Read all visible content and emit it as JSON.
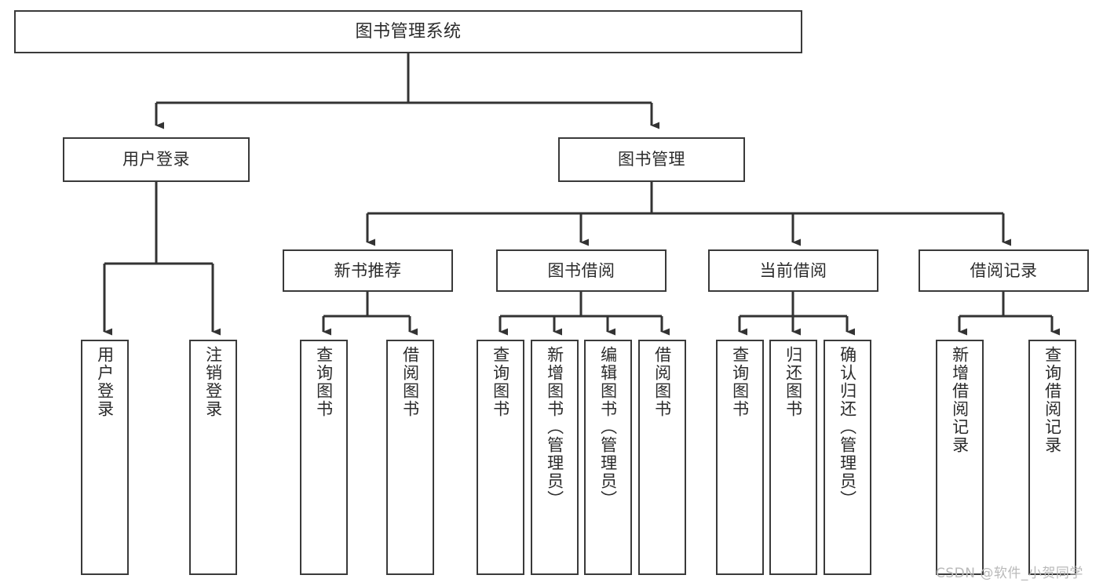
{
  "diagram": {
    "title": "图书管理系统",
    "type": "tree-hierarchy-chart",
    "watermark": "CSDN @软件_小贺同学",
    "colors": {
      "box_border": "#3a3a3a",
      "box_fill": "#ffffff",
      "text": "#2b2b2b",
      "connector": "#333333",
      "background": "#ffffff",
      "watermark": "#b9b9b9"
    },
    "levels": {
      "root": {
        "label": "图书管理系统"
      },
      "level1": [
        {
          "id": "user-login",
          "label": "用户登录"
        },
        {
          "id": "book-manage",
          "label": "图书管理"
        }
      ],
      "level2": [
        {
          "id": "new-book-recommend",
          "label": "新书推荐",
          "parent": "book-manage"
        },
        {
          "id": "book-borrow",
          "label": "图书借阅",
          "parent": "book-manage"
        },
        {
          "id": "current-borrow",
          "label": "当前借阅",
          "parent": "book-manage"
        },
        {
          "id": "borrow-record",
          "label": "借阅记录",
          "parent": "book-manage"
        }
      ],
      "leaves": [
        {
          "id": "leaf-user-login",
          "label": "用户登录",
          "parent": "user-login"
        },
        {
          "id": "leaf-logout-login",
          "label": "注销登录",
          "parent": "user-login"
        },
        {
          "id": "leaf-query-book-1",
          "label": "查询图书",
          "parent": "new-book-recommend"
        },
        {
          "id": "leaf-borrow-book-1",
          "label": "借阅图书",
          "parent": "new-book-recommend"
        },
        {
          "id": "leaf-query-book-2",
          "label": "查询图书",
          "parent": "book-borrow"
        },
        {
          "id": "leaf-add-book",
          "label": "新增图书（管理员）",
          "parent": "book-borrow"
        },
        {
          "id": "leaf-edit-book",
          "label": "编辑图书（管理员）",
          "parent": "book-borrow"
        },
        {
          "id": "leaf-borrow-book-2",
          "label": "借阅图书",
          "parent": "book-borrow"
        },
        {
          "id": "leaf-query-book-3",
          "label": "查询图书",
          "parent": "current-borrow"
        },
        {
          "id": "leaf-return-book",
          "label": "归还图书",
          "parent": "current-borrow"
        },
        {
          "id": "leaf-confirm-return",
          "label": "确认归还（管理员）",
          "parent": "current-borrow"
        },
        {
          "id": "leaf-add-record",
          "label": "新增借阅记录",
          "parent": "borrow-record"
        },
        {
          "id": "leaf-query-record",
          "label": "查询借阅记录",
          "parent": "borrow-record"
        }
      ]
    }
  }
}
